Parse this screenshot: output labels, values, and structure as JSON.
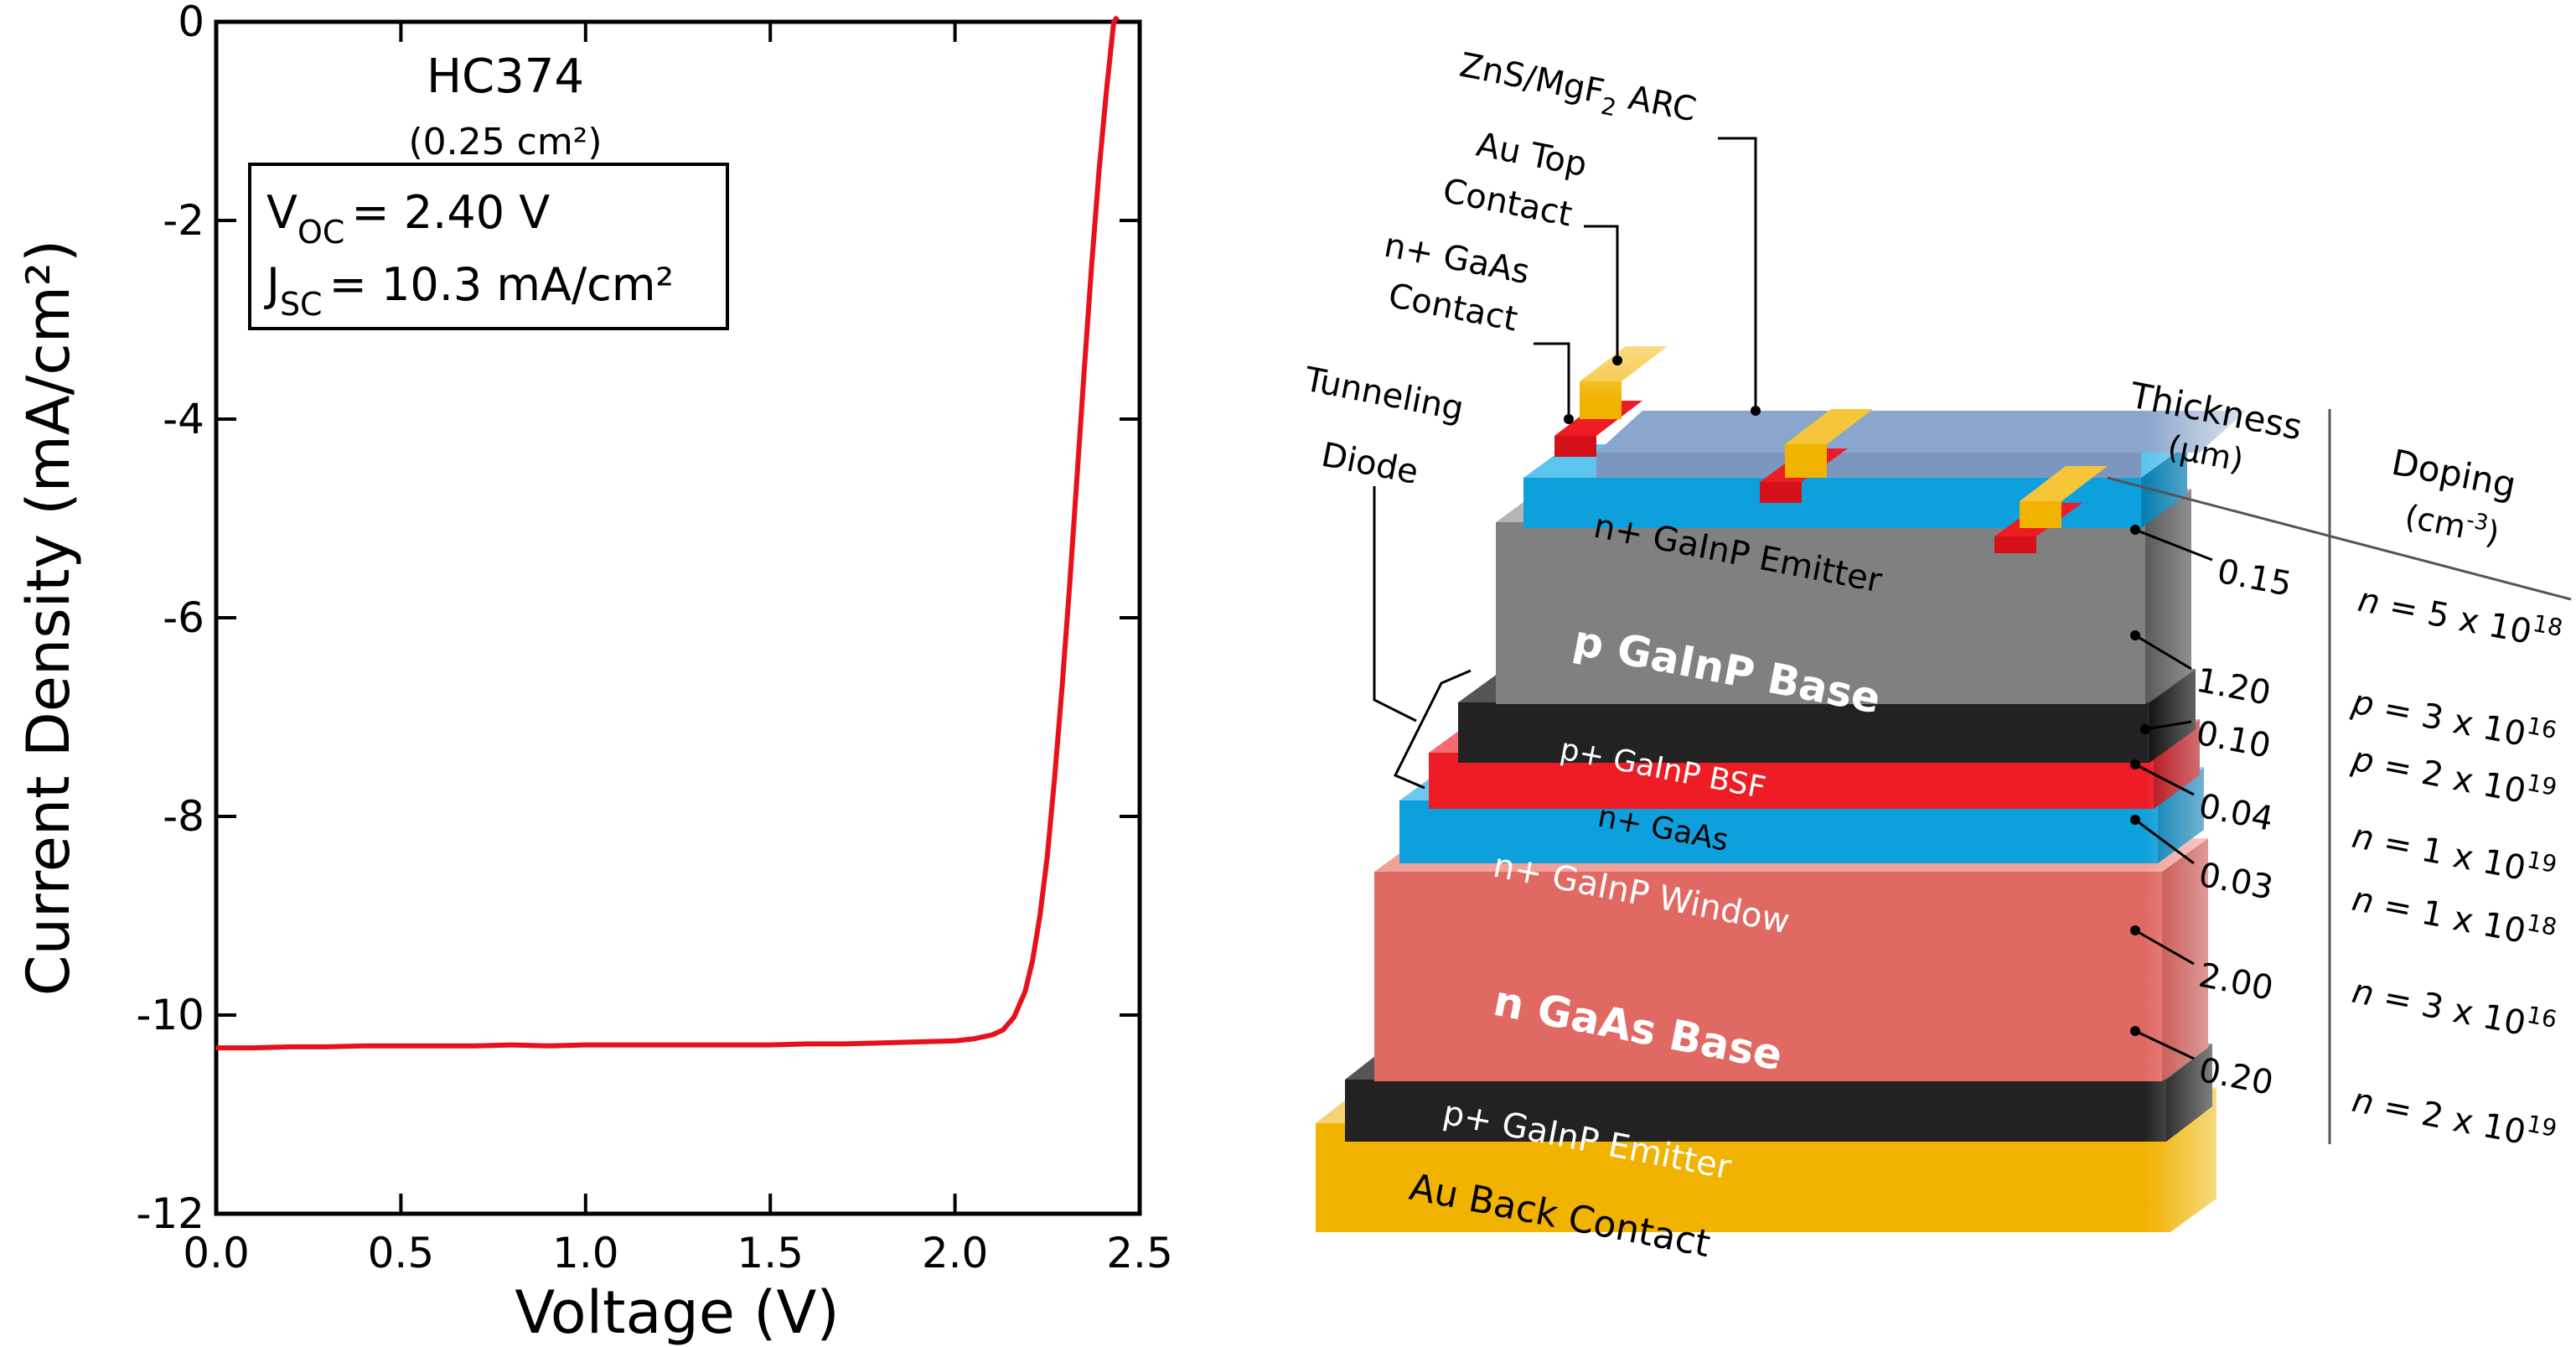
{
  "chart_data": {
    "type": "line",
    "title": "HC374",
    "subtitle": "(0.25 cm²)",
    "xlabel": "Voltage (V)",
    "ylabel": "Current Density (mA/cm²)",
    "xlim": [
      0.0,
      2.5
    ],
    "ylim": [
      -12,
      0
    ],
    "x_ticks": [
      "0.0",
      "0.5",
      "1.0",
      "1.5",
      "2.0",
      "2.5"
    ],
    "y_ticks": [
      "0",
      "-2",
      "-4",
      "-6",
      "-8",
      "-10",
      "-12"
    ],
    "grid": false,
    "series": [
      {
        "color": "#e8101b",
        "x": [
          0.0,
          0.1,
          0.2,
          0.3,
          0.4,
          0.5,
          0.6,
          0.7,
          0.8,
          0.9,
          1.0,
          1.1,
          1.2,
          1.3,
          1.4,
          1.5,
          1.6,
          1.7,
          1.8,
          1.9,
          2.0,
          2.05,
          2.1,
          2.13,
          2.16,
          2.19,
          2.21,
          2.23,
          2.25,
          2.27,
          2.29,
          2.31,
          2.33,
          2.35,
          2.37,
          2.39,
          2.41,
          2.43,
          2.44
        ],
        "y": [
          -10.33,
          -10.33,
          -10.32,
          -10.32,
          -10.31,
          -10.31,
          -10.31,
          -10.31,
          -10.3,
          -10.31,
          -10.3,
          -10.3,
          -10.3,
          -10.3,
          -10.3,
          -10.3,
          -10.29,
          -10.29,
          -10.28,
          -10.27,
          -10.26,
          -10.24,
          -10.2,
          -10.15,
          -10.02,
          -9.76,
          -9.45,
          -9.0,
          -8.4,
          -7.6,
          -6.7,
          -5.7,
          -4.6,
          -3.5,
          -2.45,
          -1.5,
          -0.7,
          0.0,
          0.05
        ]
      }
    ],
    "annotations": {
      "voc": {
        "sym": "V",
        "sub": "OC",
        "value": "= 2.40 V"
      },
      "jsc": {
        "sym": "J",
        "sub": "SC",
        "value": "= 10.3 mA/cm²"
      }
    }
  },
  "diagram": {
    "top_callouts": {
      "arc": {
        "text": "ZnS/MgF",
        "sub": "2",
        "tail": " ARC"
      },
      "au_top_1": "Au Top",
      "au_top_2": "Contact",
      "gaas_contact_1": "n+ GaAs",
      "gaas_contact_2": "Contact",
      "tunnel_1": "Tunneling",
      "tunnel_2": "Diode"
    },
    "layers": {
      "emitter_n": "n+ GaInP Emitter",
      "base_p": "p GaInP Base",
      "bsf": "p+ GaInP BSF",
      "gaas_n": "n+ GaAs",
      "window": "n+ GaInP Window",
      "base_n": "n GaAs Base",
      "emitter_p": "p+ GaInP Emitter",
      "back_contact": "Au Back Contact"
    },
    "thickness_header_1": "Thickness",
    "thickness_header_2": "(μm)",
    "doping_header_1": "Doping",
    "doping_header_2": "(cm",
    "doping_header_exp": "-3",
    "doping_header_close": ")",
    "thickness_values": [
      "0.15",
      "1.20",
      "0.10",
      "0.04",
      "0.03",
      "2.00",
      "0.20"
    ],
    "doping": [
      {
        "type": "n",
        "mant": " = 5 x 10",
        "exp": "18"
      },
      {
        "type": "p",
        "mant": " = 3 x 10",
        "exp": "16"
      },
      {
        "type": "p",
        "mant": " = 2 x 10",
        "exp": "19"
      },
      {
        "type": "n",
        "mant": " = 1 x 10",
        "exp": "19"
      },
      {
        "type": "n",
        "mant": " = 1 x 10",
        "exp": "18"
      },
      {
        "type": "n",
        "mant": " = 3 x 10",
        "exp": "16"
      },
      {
        "type": "n",
        "mant": " = 2 x 10",
        "exp": "19"
      }
    ],
    "colors": {
      "gold": "#f2b200",
      "blue": "#0ea0dc",
      "gray": "#808080",
      "black": "#222222",
      "red": "#ee1c24",
      "salmon": "#e06a63",
      "arc": "#7b97bf"
    }
  }
}
